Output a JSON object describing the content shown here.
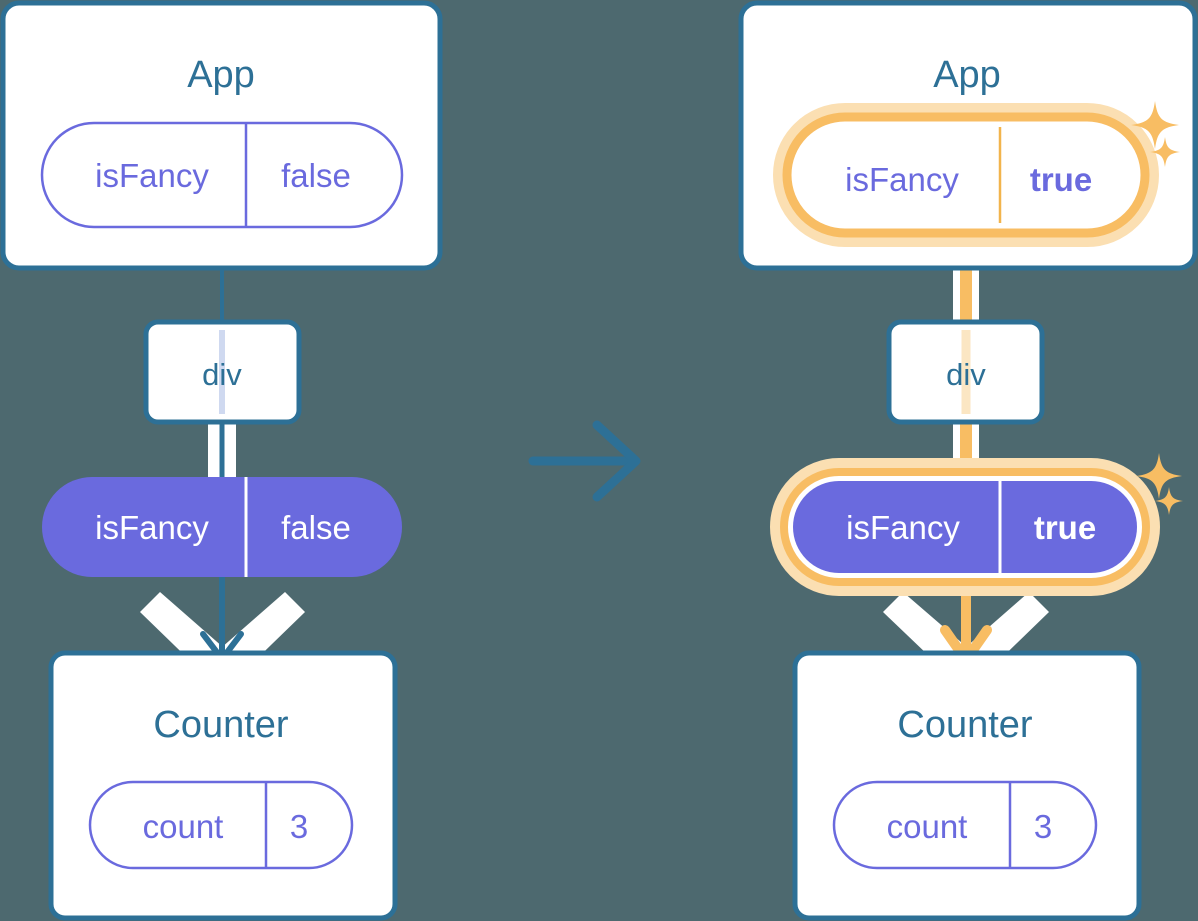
{
  "diagram": {
    "type": "react-state-propagation",
    "background_color": "#4d696f",
    "colors": {
      "box_border": "#2d7096",
      "box_fill": "#ffffff",
      "title_text": "#2d7096",
      "pill_purple": "#6a6ade",
      "pill_text_purple": "#6a6ade",
      "pill_text_white": "#ffffff",
      "highlight_orange": "#f8bd63",
      "highlight_orange_soft": "#fbdfb2",
      "arrow_white": "#ffffff",
      "transition_arrow": "#2d7096"
    },
    "transition_arrow": {
      "icon": "arrow-right-icon",
      "label": "→"
    },
    "panels": [
      {
        "id": "before",
        "app": {
          "title": "App",
          "prop": {
            "name": "isFancy",
            "value": "false",
            "highlighted": false,
            "bold_value": false
          }
        },
        "div": {
          "label": "div"
        },
        "prop_pill": {
          "name": "isFancy",
          "value": "false",
          "highlighted": false,
          "bold_value": false,
          "filled": true
        },
        "counter": {
          "title": "Counter",
          "state": {
            "name": "count",
            "value": "3"
          }
        },
        "sparkles": []
      },
      {
        "id": "after",
        "app": {
          "title": "App",
          "prop": {
            "name": "isFancy",
            "value": "true",
            "highlighted": true,
            "bold_value": true
          }
        },
        "div": {
          "label": "div"
        },
        "prop_pill": {
          "name": "isFancy",
          "value": "true",
          "highlighted": true,
          "bold_value": true,
          "filled": true
        },
        "counter": {
          "title": "Counter",
          "state": {
            "name": "count",
            "value": "3"
          }
        },
        "sparkles": [
          {
            "near": "app-prop-pill",
            "count": 2
          },
          {
            "near": "props-pill",
            "count": 2
          }
        ]
      }
    ]
  }
}
